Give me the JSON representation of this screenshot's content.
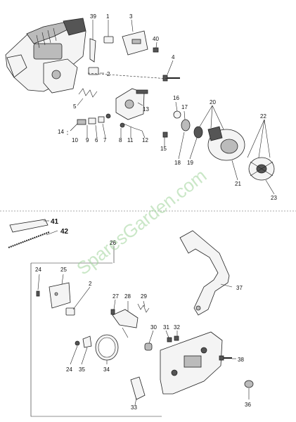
{
  "watermark": "SparesGarden.com",
  "part_labels": {
    "p1": "1",
    "p2": "2",
    "p3": "3",
    "p4": "4",
    "p5": "5",
    "p6": "6",
    "p7": "7",
    "p8": "8",
    "p9": "9",
    "p10": "10",
    "p11": "11",
    "p12": "12",
    "p13": "13",
    "p14": "14",
    "p15": "15",
    "p16": "16",
    "p17": "17",
    "p18": "18",
    "p19": "19",
    "p20": "20",
    "p21": "21",
    "p22": "22",
    "p23": "23",
    "p24a": "24",
    "p24b": "24",
    "p25": "25",
    "p26": "26",
    "p27": "27",
    "p28": "28",
    "p29": "29",
    "p30": "30",
    "p31": "31",
    "p32": "32",
    "p33": "33",
    "p34": "34",
    "p35": "35",
    "p36": "36",
    "p37": "37",
    "p38": "38",
    "p39": "39",
    "p40": "40",
    "p41": "41",
    "p42": "42",
    "p2b": "2"
  }
}
